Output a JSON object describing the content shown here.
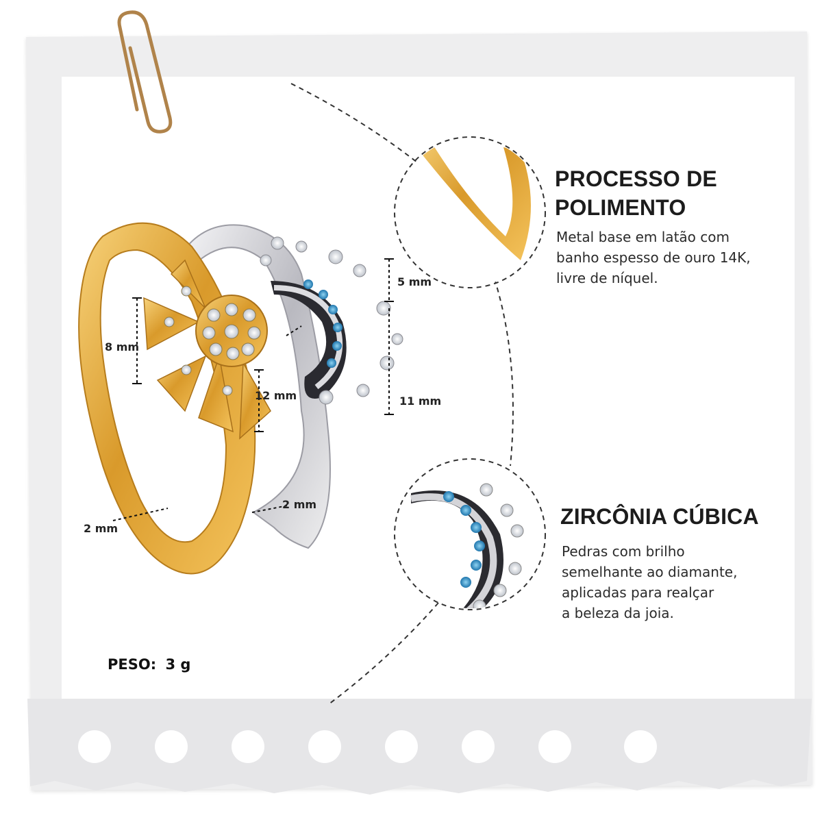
{
  "sections": {
    "polishing": {
      "title_line1": "PROCESSO DE",
      "title_line2": "POLIMENTO",
      "desc_line1": "Metal base em latão com",
      "desc_line2": "banho espesso de ouro 14K,",
      "desc_line3": "livre de níquel."
    },
    "zirconia": {
      "title": "ZIRCÔNIA CÚBICA",
      "desc_line1": "Pedras com brilho",
      "desc_line2": "semelhante ao diamante,",
      "desc_line3": "aplicadas para realçar",
      "desc_line4": "a beleza da joia."
    }
  },
  "dimensions": {
    "sun_height": "8 mm",
    "sun_ring_height": "12 mm",
    "gold_band": "2 mm",
    "silver_band": "2 mm",
    "moon_top": "5 mm",
    "moon_height": "11 mm"
  },
  "weight": {
    "label": "PESO:",
    "value": "3 g"
  },
  "colors": {
    "gold": "#e0a93a",
    "silver": "#d8d8dc",
    "blue_stone": "#2f8fc4",
    "text": "#1c1c1c"
  }
}
